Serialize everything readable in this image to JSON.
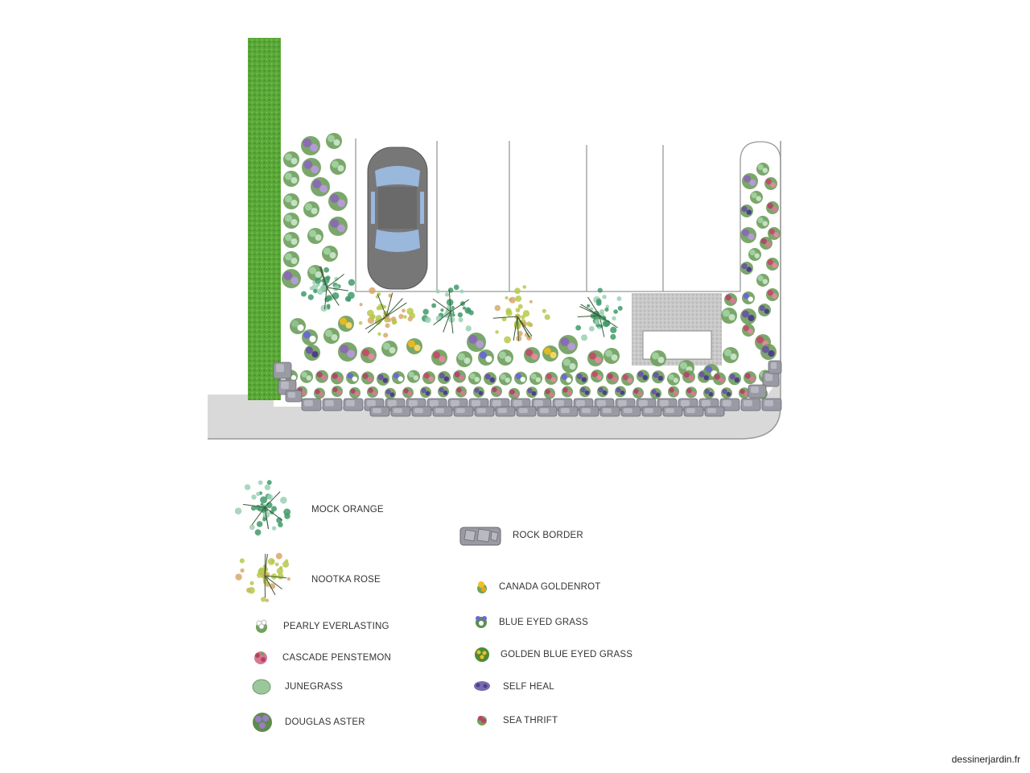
{
  "credit": "dessinerjardin.fr",
  "legend": {
    "mock_orange": {
      "label": "MOCK ORANGE",
      "icon": "mock-orange-icon"
    },
    "nootka_rose": {
      "label": "NOOTKA ROSE",
      "icon": "nootka-rose-icon"
    },
    "pearly_everlasting": {
      "label": "PEARLY EVERLASTING",
      "icon": "pearly-everlasting-icon"
    },
    "cascade_penstemon": {
      "label": "CASCADE PENSTEMON",
      "icon": "cascade-penstemon-icon"
    },
    "junegrass": {
      "label": "JUNEGRASS",
      "icon": "junegrass-icon"
    },
    "douglas_aster": {
      "label": "DOUGLAS ASTER",
      "icon": "douglas-aster-icon"
    },
    "rock_border": {
      "label": "ROCK BORDER",
      "icon": "rock-border-icon"
    },
    "canada_goldenrot": {
      "label": "CANADA GOLDENROT",
      "icon": "canada-goldenrot-icon"
    },
    "blue_eyed_grass": {
      "label": "BLUE EYED GRASS",
      "icon": "blue-eyed-grass-icon"
    },
    "golden_blue_eyed_grass": {
      "label": "GOLDEN BLUE EYED GRASS",
      "icon": "golden-blue-eyed-grass-icon"
    },
    "self_heal": {
      "label": "SELF HEAL",
      "icon": "self-heal-icon"
    },
    "sea_thrift": {
      "label": "SEA THRIFT",
      "icon": "sea-thrift-icon"
    }
  },
  "colors": {
    "lawn": "#5fae3c",
    "pavement": "#d9d9d9",
    "parking_lines": "#999999",
    "mock_orange": "#3f9a6a",
    "nootka_rose": "#b6c94a",
    "junegrass": "#8fbf8f",
    "douglas_aster": "#8a6db0",
    "self_heal": "#6a5a9e",
    "sea_thrift": "#b04a6a",
    "penstemon": "#c0506a",
    "goldenrot": "#e8b820",
    "rock": "#8a8a95",
    "car": "#7a7a7a"
  }
}
